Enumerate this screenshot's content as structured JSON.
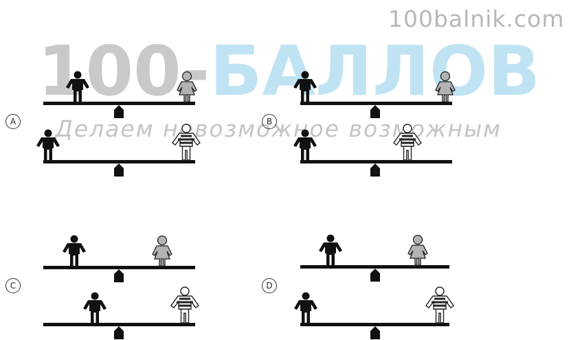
{
  "watermark": {
    "site": "100balnik.com",
    "number": "100-",
    "word": "БАЛЛОВ",
    "slogan": "Делаем невозможное возможным"
  },
  "options": [
    {
      "label": "A"
    },
    {
      "label": "B"
    },
    {
      "label": "C"
    },
    {
      "label": "D"
    }
  ],
  "colors": {
    "man": "#111111",
    "woman_fill": "#b3b3b3",
    "outline": "#222222"
  }
}
